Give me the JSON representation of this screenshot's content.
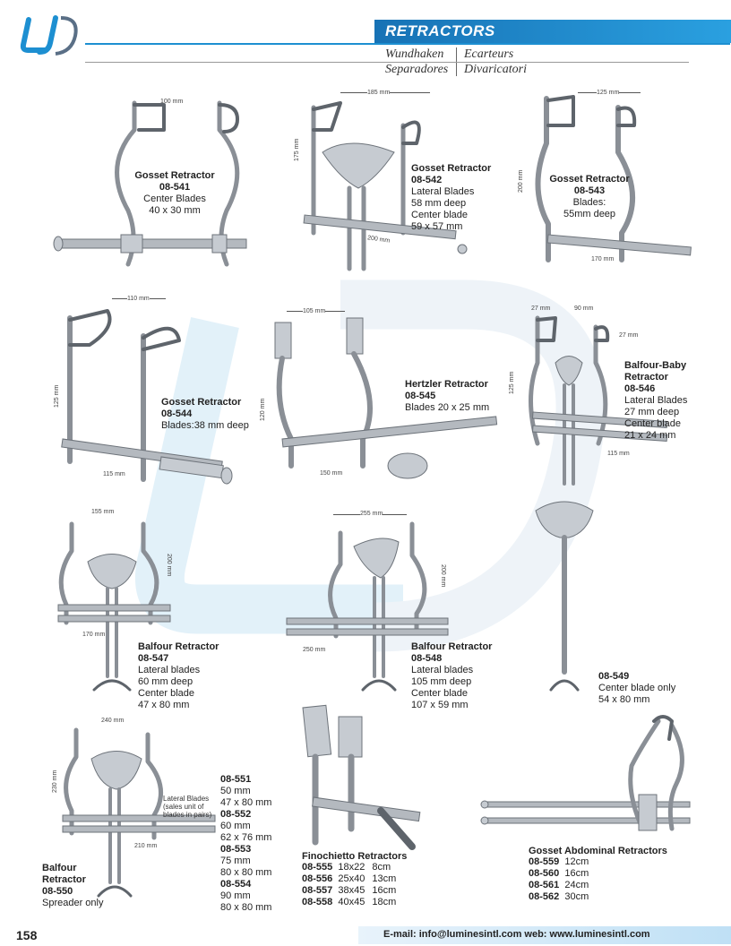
{
  "header": {
    "logo_text": "LJ",
    "title": "RETRACTORS",
    "translations": [
      "Wundhaken",
      "Ecarteurs",
      "Separadores",
      "Divaricatori"
    ]
  },
  "products": [
    {
      "name": "Gosset Retractor",
      "code": "08-541",
      "details": [
        "Center Blades",
        "40 x 30 mm"
      ],
      "dims": [
        "100 mm"
      ]
    },
    {
      "name": "Gosset Retractor",
      "code": "08-542",
      "details": [
        "Lateral Blades",
        "58 mm deep",
        "Center blade",
        "59 x 57 mm"
      ],
      "dims": [
        "185 mm",
        "175 mm",
        "200 mm"
      ]
    },
    {
      "name": "Gosset Retractor",
      "code": "08-543",
      "details": [
        "Blades:",
        "55mm deep"
      ],
      "dims": [
        "125 mm",
        "200 mm",
        "170 mm"
      ]
    },
    {
      "name": "Gosset Retractor",
      "code": "08-544",
      "details": [
        "Blades:38 mm deep"
      ],
      "dims": [
        "110 mm",
        "125 mm",
        "115 mm"
      ]
    },
    {
      "name": "Hertzler Retractor",
      "code": "08-545",
      "details": [
        "Blades 20 x 25 mm"
      ],
      "dims": [
        "105 mm",
        "120 mm",
        "150 mm"
      ]
    },
    {
      "name": "Balfour-Baby Retractor",
      "code": "08-546",
      "details": [
        "Lateral Blades",
        "27 mm deep",
        "Center blade",
        "21 x 24 mm"
      ],
      "dims": [
        "27 mm",
        "90 mm",
        "27 mm",
        "125 mm",
        "115 mm"
      ]
    },
    {
      "name": "Balfour Retractor",
      "code": "08-547",
      "details": [
        "Lateral blades",
        "60 mm deep",
        "Center blade",
        "47 x 80 mm"
      ],
      "dims": [
        "155 mm",
        "200 mm",
        "170 mm"
      ]
    },
    {
      "name": "Balfour Retractor",
      "code": "08-548",
      "details": [
        "Lateral blades",
        "105 mm deep",
        "Center blade",
        "107 x 59 mm"
      ],
      "dims": [
        "255 mm",
        "200 mm",
        "250 mm"
      ]
    },
    {
      "name": "",
      "code": "08-549",
      "details": [
        "Center blade only",
        "54 x 80 mm"
      ]
    },
    {
      "name": "Balfour Retractor",
      "code": "08-550",
      "details": [
        "Spreader only"
      ],
      "dims": [
        "240 mm",
        "230 mm",
        "210 mm"
      ]
    }
  ],
  "p550_note": "Lateral Blades (sales unit of blades in pairs)",
  "blade_variants": [
    {
      "code": "08-551",
      "lines": [
        "50 mm",
        "47 x 80 mm"
      ]
    },
    {
      "code": "08-552",
      "lines": [
        "60 mm",
        "62 x 76 mm"
      ]
    },
    {
      "code": "08-553",
      "lines": [
        "75 mm",
        "80 x 80 mm"
      ]
    },
    {
      "code": "08-554",
      "lines": [
        "90 mm",
        "80 x 80 mm"
      ]
    }
  ],
  "finochietto": {
    "title": "Finochietto Retractors",
    "rows": [
      {
        "code": "08-555",
        "size": "18x22",
        "len": "8cm"
      },
      {
        "code": "08-556",
        "size": "25x40",
        "len": "13cm"
      },
      {
        "code": "08-557",
        "size": "38x45",
        "len": "16cm"
      },
      {
        "code": "08-558",
        "size": "40x45",
        "len": "18cm"
      }
    ]
  },
  "abdominal": {
    "title": "Gosset Abdominal Retractors",
    "rows": [
      {
        "code": "08-559",
        "len": "12cm"
      },
      {
        "code": "08-560",
        "len": "16cm"
      },
      {
        "code": "08-561",
        "len": "24cm"
      },
      {
        "code": "08-562",
        "len": "30cm"
      }
    ]
  },
  "footer": {
    "page": "158",
    "contact": "E-mail: info@luminesintl.com  web: www.luminesintl.com"
  },
  "colors": {
    "accent": "#1d8fd1",
    "header_dark": "#1772b5"
  }
}
